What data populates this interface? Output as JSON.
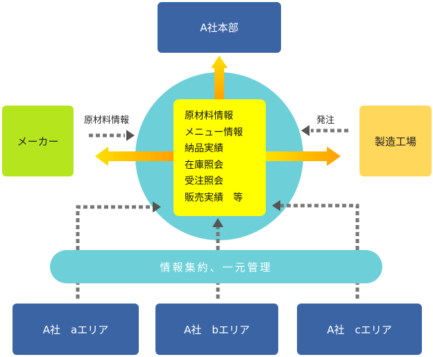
{
  "nodes": {
    "hq": "A社本部",
    "maker": "メーカー",
    "factory": "製造工場",
    "area_a": "A社　aエリア",
    "area_b": "A社　bエリア",
    "area_c": "A社　cエリア"
  },
  "center": {
    "items": [
      "原材料情報",
      "メニュー情報",
      "納品実績",
      "在庫照会",
      "受注照会",
      "販売実績　等"
    ]
  },
  "bar": {
    "label": "情報集約、一元管理"
  },
  "edges": {
    "material_label": "原材料情報",
    "order_label": "発注"
  },
  "colors": {
    "navy": "#3b64a5",
    "cyan": "#6dd0d9",
    "lime": "#b5e61d",
    "gold": "#ffd75a",
    "yellow": "#ffff00",
    "arrow_fill": "#ffc000",
    "dash_gray": "#777777"
  }
}
